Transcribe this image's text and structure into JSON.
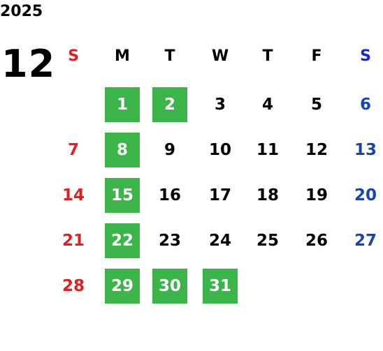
{
  "year": "2025",
  "month": "12",
  "colors": {
    "sunday": "#e02020",
    "saturday": "#1a44a8",
    "saturday_header": "#1428d2",
    "weekday": "#000000",
    "highlight_bg": "#3bb54a",
    "highlight_text": "#ffffff"
  },
  "weekdays": [
    "S",
    "M",
    "T",
    "W",
    "T",
    "F",
    "S"
  ],
  "weeks": [
    [
      null,
      {
        "day": "1",
        "highlight": true
      },
      {
        "day": "2",
        "highlight": true
      },
      {
        "day": "3"
      },
      {
        "day": "4"
      },
      {
        "day": "5"
      },
      {
        "day": "6"
      }
    ],
    [
      {
        "day": "7"
      },
      {
        "day": "8",
        "highlight": true
      },
      {
        "day": "9"
      },
      {
        "day": "10"
      },
      {
        "day": "11"
      },
      {
        "day": "12"
      },
      {
        "day": "13"
      }
    ],
    [
      {
        "day": "14"
      },
      {
        "day": "15",
        "highlight": true
      },
      {
        "day": "16"
      },
      {
        "day": "17"
      },
      {
        "day": "18"
      },
      {
        "day": "19"
      },
      {
        "day": "20"
      }
    ],
    [
      {
        "day": "21"
      },
      {
        "day": "22",
        "highlight": true
      },
      {
        "day": "23"
      },
      {
        "day": "24"
      },
      {
        "day": "25"
      },
      {
        "day": "26"
      },
      {
        "day": "27"
      }
    ],
    [
      {
        "day": "28"
      },
      {
        "day": "29",
        "highlight": true
      },
      {
        "day": "30",
        "highlight": true
      },
      {
        "day": "31",
        "highlight": true
      },
      null,
      null,
      null
    ]
  ]
}
